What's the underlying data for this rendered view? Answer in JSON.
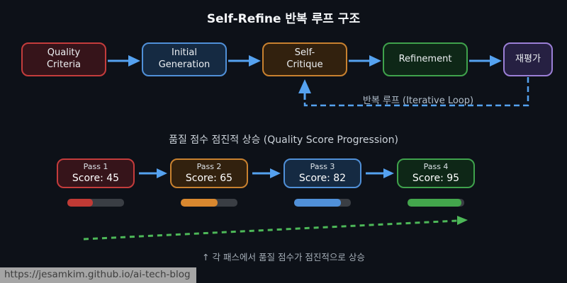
{
  "title": "Self-Refine 반복 루프 구조",
  "flow": {
    "nodes": [
      {
        "line1": "Quality",
        "line2": "Criteria"
      },
      {
        "line1": "Initial",
        "line2": "Generation"
      },
      {
        "line1": "Self-",
        "line2": "Critique"
      },
      {
        "line1": "Refinement"
      },
      {
        "line1": "재평가"
      }
    ],
    "loop_label": "반복 루프 (Iterative Loop)"
  },
  "progression": {
    "section_title": "품질 점수 점진적 상승 (Quality Score Progression)",
    "passes": [
      {
        "name": "Pass 1",
        "score_label": "Score: 45",
        "score": 45
      },
      {
        "name": "Pass 2",
        "score_label": "Score: 65",
        "score": 65
      },
      {
        "name": "Pass 3",
        "score_label": "Score: 82",
        "score": 82
      },
      {
        "name": "Pass 4",
        "score_label": "Score: 95",
        "score": 95
      }
    ],
    "note": "↑ 각 패스에서 품질 점수가 점진적으로 상승"
  },
  "status_bar": {
    "url": "https://jesamkim.github.io/ai-tech-blog"
  },
  "colors": {
    "background": "#0d1118",
    "arrow_blue": "#55a2f0",
    "trend_green": "#4db858",
    "bar_track": "#3a3e44",
    "node_red_bg": "#36141a",
    "node_red_border": "#c43c3c",
    "node_blue_bg": "#152a42",
    "node_blue_border": "#5090d8",
    "node_orange_bg": "#32210e",
    "node_orange_border": "#c8812f",
    "node_green_bg": "#0e2717",
    "node_green_border": "#3fa24c",
    "node_purple_bg": "#262042",
    "node_purple_border": "#9b7fd6",
    "bar_red": "#c03a35",
    "bar_orange": "#d9882f",
    "bar_blue": "#5090d8",
    "bar_green": "#43a64c",
    "statusbar_bg": "#a5a5a5",
    "statusbar_text": "#3d3d3d"
  }
}
